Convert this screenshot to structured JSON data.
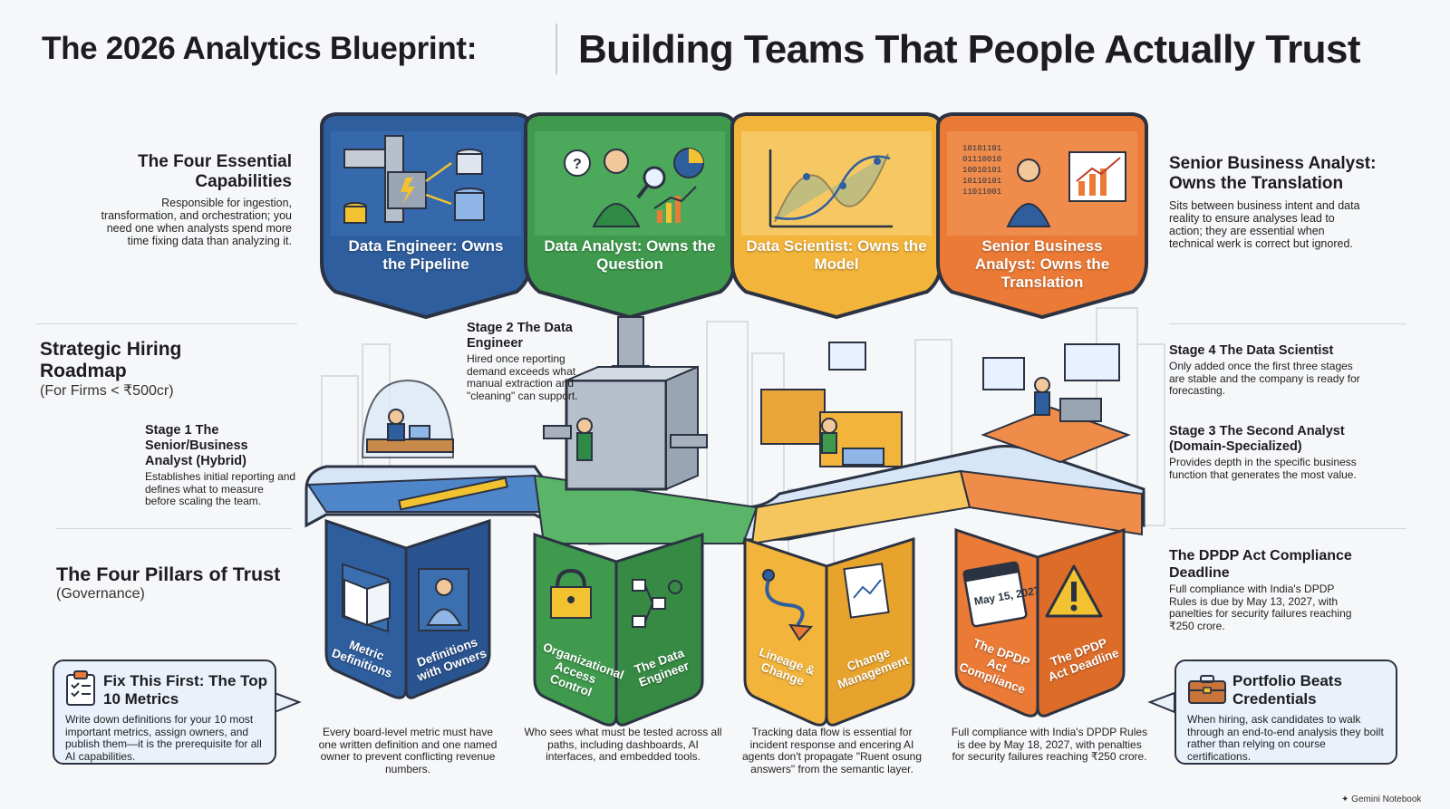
{
  "title": {
    "left": "The 2026 Analytics Blueprint:",
    "right": "Building Teams That People Actually Trust"
  },
  "colors": {
    "blue": "#2f5e9e",
    "green": "#3f9a4d",
    "yellow": "#f2b43a",
    "orange": "#ea7a36",
    "outline": "#2b3242"
  },
  "roles": [
    {
      "label": "Data Engineer: Owns the Pipeline",
      "icon": "pipeline-database-icon"
    },
    {
      "label": "Data Analyst: Owns the Question",
      "icon": "analyst-magnifier-icon"
    },
    {
      "label": "Data Scientist: Owns the Model",
      "icon": "model-curve-icon"
    },
    {
      "label": "Senior Business Analyst: Owns the Translation",
      "icon": "business-analyst-chart-icon"
    }
  ],
  "capabilities": {
    "heading": "The Four Essential Capabilities",
    "text": "Responsible for ingestion, transformation, and orchestration; you need one when analysts spend more time fixing data than analyzing it."
  },
  "senior_ba": {
    "heading": "Senior Business Analyst: Owns the Translation",
    "text": "Sits between business intent and data reality to ensure analyses lead to action; they are essential when technical werk is correct but ignored."
  },
  "roadmap": {
    "heading": "Strategic Hiring Roadmap",
    "sub": "(For Firms < ₹500cr)"
  },
  "stages": {
    "s1": {
      "title": "Stage 1 The Senior/Business Analyst (Hybrid)",
      "text": "Establishes initial reporting and defines what to measure before scaling the team."
    },
    "s2": {
      "title": "Stage 2 The Data Engineer",
      "text": "Hired once reporting demand exceeds what manual extraction and \"cleaning\" can support."
    },
    "s3": {
      "title": "Stage 3 The Second Analyst (Domain-Specialized)",
      "text": "Provides depth in the specific business function that generates the most value."
    },
    "s4": {
      "title": "Stage 4 The Data Scientist",
      "text": "Only added once the first three stages are stable and the company is ready for forecasting."
    }
  },
  "pillars": {
    "heading": "The Four Pillars of Trust",
    "sub": "(Governance)",
    "items": [
      {
        "front": "Metric Definitions",
        "side": "Definitions with Owners",
        "front_icon": "book-icon",
        "side_icon": "person-icon"
      },
      {
        "front": "Organizational Access Control",
        "side": "The Data Engineer",
        "front_icon": "padlock-icon",
        "side_icon": "flow-gear-icon"
      },
      {
        "front": "Lineage & Change",
        "side": "Change Management",
        "front_icon": "lineage-arrow-icon",
        "side_icon": "document-chart-icon"
      },
      {
        "front": "The DPDP Act Compliance",
        "side": "The DPDP Act Deadline",
        "front_icon": "calendar-icon",
        "side_icon": "warning-icon",
        "calendar_text": "May 15, 2027"
      }
    ]
  },
  "dpdp": {
    "heading": "The DPDP Act Compliance Deadline",
    "text": "Full compliance with India's DPDP Rules is due by May 13, 2027, with panelties for security failures reaching ₹250 crore."
  },
  "fix_first": {
    "title": "Fix This First: The Top 10 Metrics",
    "text": "Write down definitions for your 10 most important metrics, assign owners, and publish them—it is the prerequisite for all AI capabilities.",
    "icon": "clipboard-checklist-icon"
  },
  "portfolio": {
    "title": "Portfolio Beats Credentials",
    "text": "When hiring, ask candidates to walk through an end-to-end analysis they boilt rather than relying on course certifications.",
    "icon": "briefcase-icon"
  },
  "captions": [
    "Every board-level metric must have one written definition and one named owner to prevent conflicting revenue numbers.",
    "Who sees what must be tested across all paths, including dashboards, AI interfaces, and embedded tools.",
    "Tracking data flow is essential for incident response and encering AI agents don't propagate \"Ruent osung answers\" from the semantic layer.",
    "Full compliance with India's DPDP Rules is dee by May 18, 2027, with penalties for security failures reaching ₹250 crore."
  ],
  "watermark": "Gemini Notebook"
}
